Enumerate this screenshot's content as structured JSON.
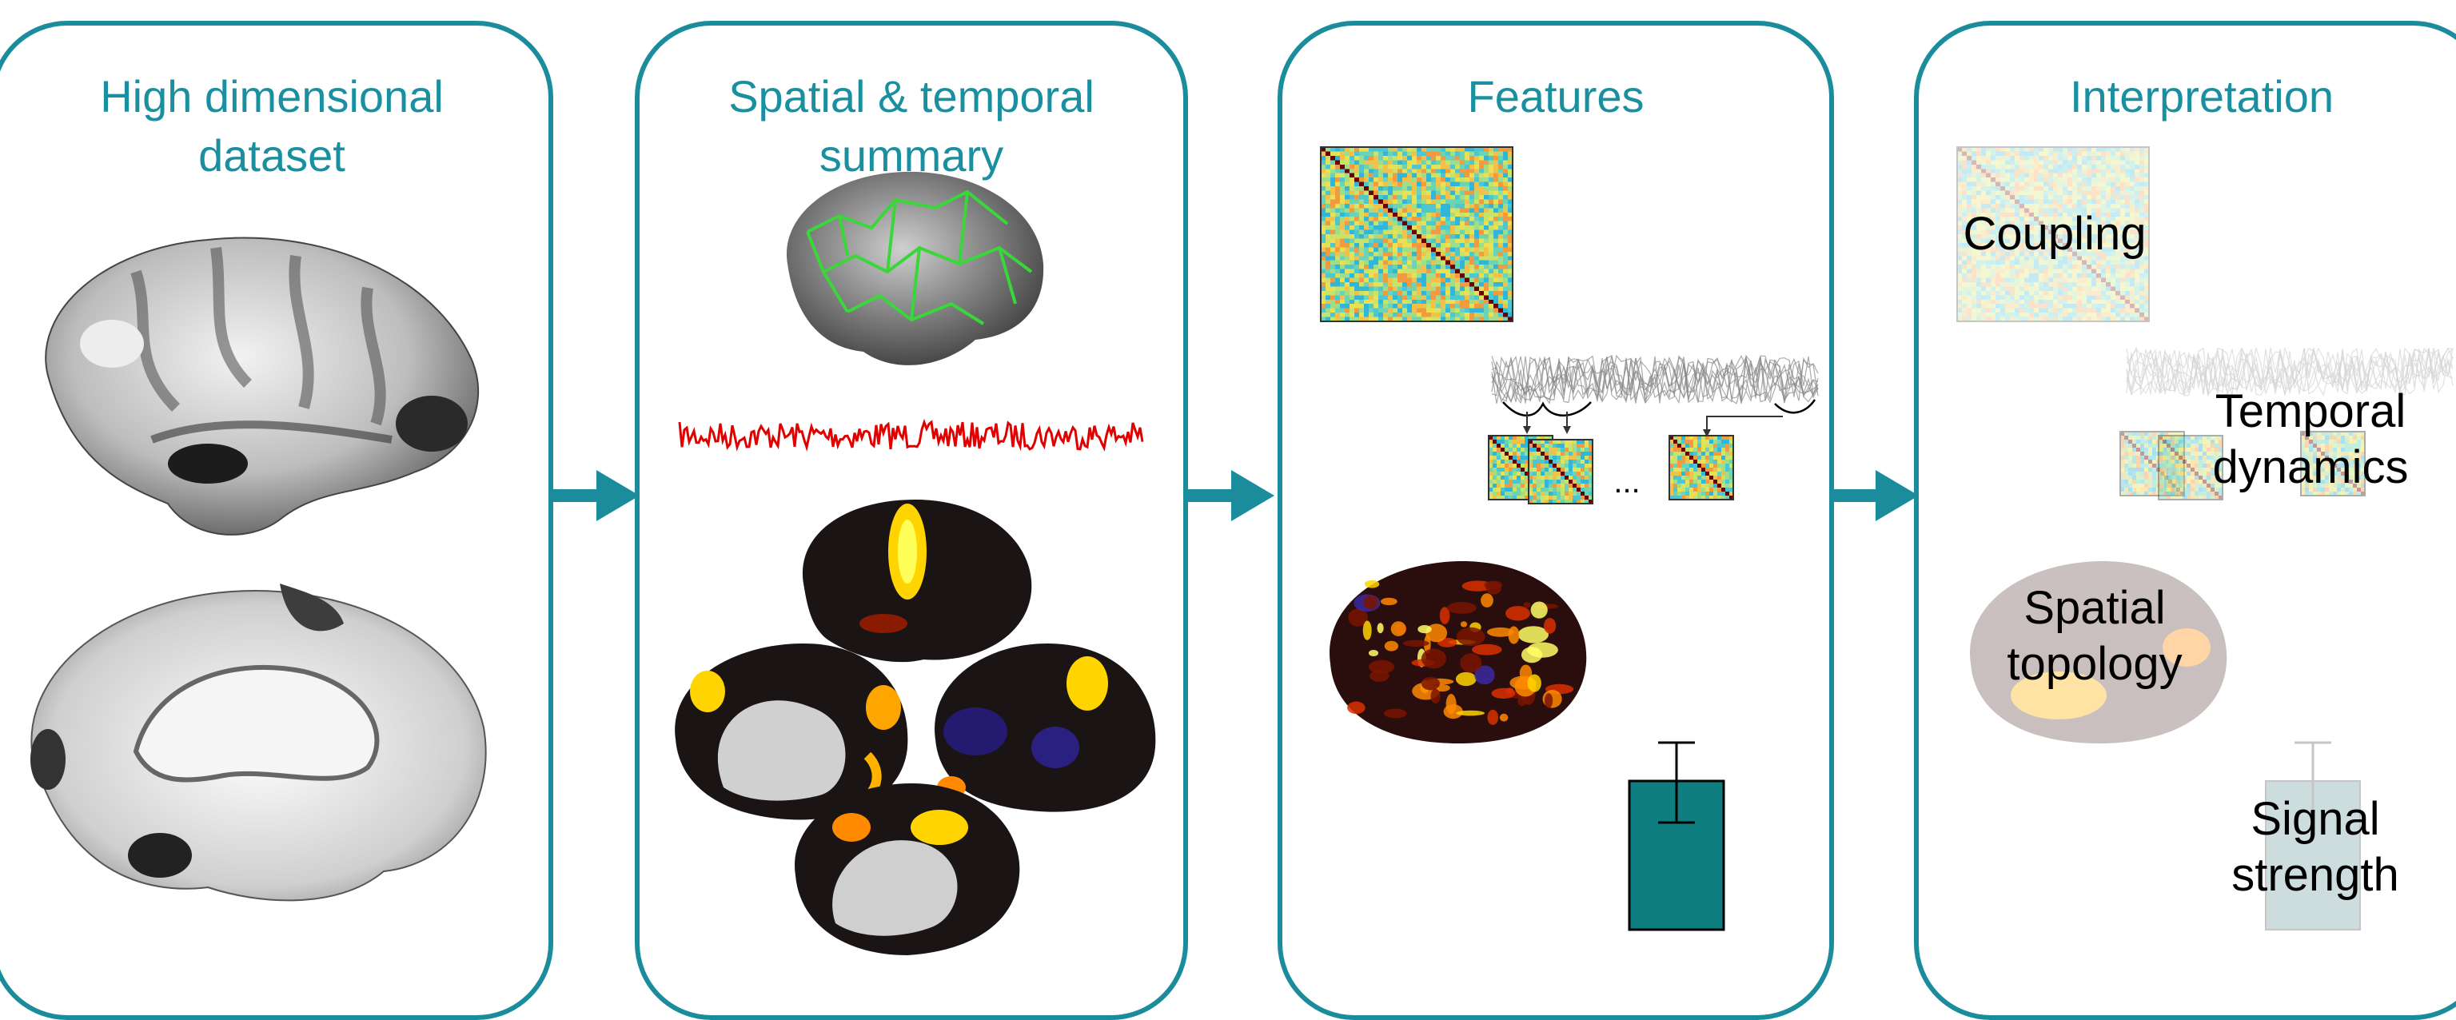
{
  "colors": {
    "accent": "#1b8c9c",
    "title": "#1a8fa0",
    "signal": "#e00000",
    "bar": "#0f7e80"
  },
  "panels": [
    {
      "title": "High dimensional\ndataset"
    },
    {
      "title": "Spatial & temporal\nsummary"
    },
    {
      "title": "Features"
    },
    {
      "title": "Interpretation"
    }
  ],
  "features": {
    "ellipsis": "..."
  },
  "interpretation": {
    "coupling": "Coupling",
    "temporal": "Temporal\ndynamics",
    "spatial": "Spatial\ntopology",
    "signal": "Signal\nstrength"
  },
  "icons": [
    "brain-surface-lateral-icon",
    "brain-surface-medial-icon",
    "brain-parcellation-icon",
    "timeseries-icon",
    "activation-map-icon",
    "correlation-matrix-icon",
    "bar-chart-icon",
    "arrow-right-icon"
  ]
}
